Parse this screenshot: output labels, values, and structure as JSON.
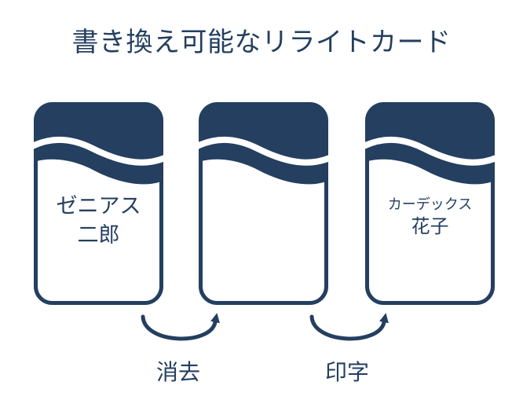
{
  "title": "書き換え可能なリライトカード",
  "colors": {
    "navy": "#243F5F",
    "background": "#FFFFFF"
  },
  "cards": [
    {
      "state": "printed",
      "name_line1": "ゼニアス",
      "name_line2": "二郎"
    },
    {
      "state": "blank",
      "name_line1": "",
      "name_line2": ""
    },
    {
      "state": "reprinted",
      "name_line1": "カーデックス",
      "name_line2": "花子"
    }
  ],
  "arrows": [
    {
      "label": "消去"
    },
    {
      "label": "印字"
    }
  ]
}
